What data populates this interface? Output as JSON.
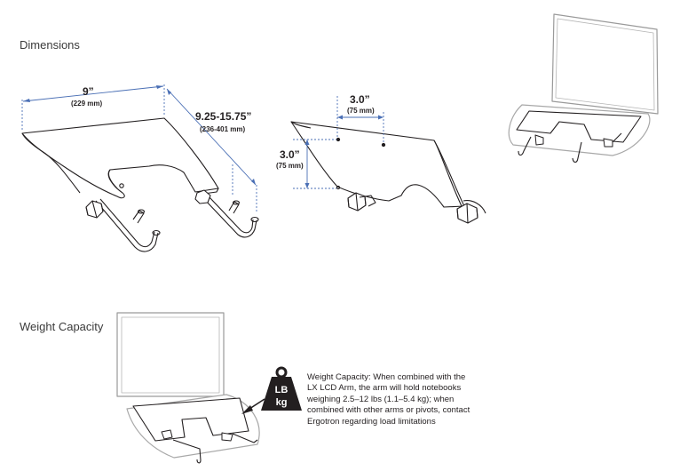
{
  "sections": {
    "dimensions_title": "Dimensions",
    "weight_title": "Weight Capacity"
  },
  "dimensions": {
    "width_in": "9”",
    "width_mm": "(229 mm)",
    "depth_in": "9.25-15.75”",
    "depth_mm": "(236-401 mm)",
    "hole_h_in": "3.0”",
    "hole_h_mm": "(75 mm)",
    "hole_v_in": "3.0”",
    "hole_v_mm": "(75 mm)"
  },
  "weight_icon": {
    "line1": "LB",
    "line2": "kg"
  },
  "weight_text": {
    "line1": "Weight Capacity: When combined with the",
    "line2": "LX LCD Arm, the arm will hold notebooks",
    "line3": "weighing 2.5–12 lbs (1.1–5.4 kg); when",
    "line4": "combined with other arms or pivots, contact",
    "line5": "Ergotron regarding load limitations"
  },
  "colors": {
    "dimension_line": "#4a6fb5",
    "line_art": "#231f20",
    "ghost_laptop": "#9a9a9a",
    "weight_icon": "#231f20"
  }
}
